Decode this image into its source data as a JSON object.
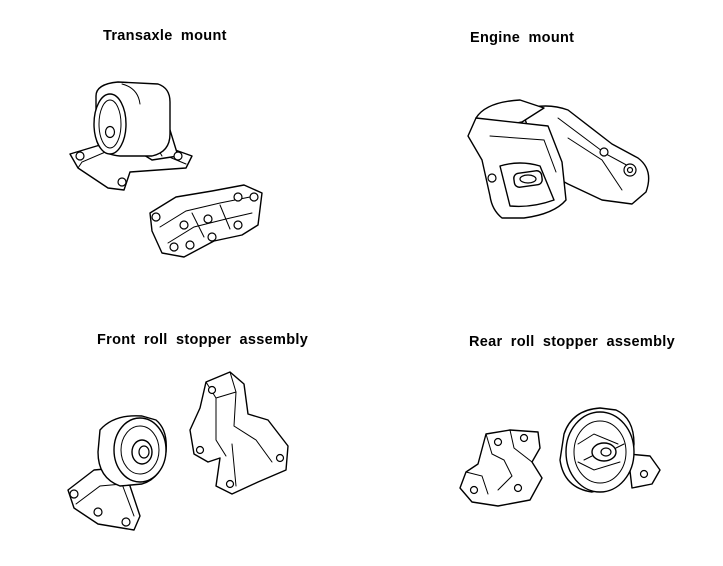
{
  "captions": {
    "transaxle": "Transaxle mount",
    "engine": "Engine mount",
    "front_roll": "Front roll stopper assembly",
    "rear_roll": "Rear roll stopper assembly"
  },
  "illustrations": {
    "transaxle": [
      "transaxle-mount-insulator-icon",
      "transaxle-mount-bracket-icon"
    ],
    "engine": [
      "engine-mount-icon"
    ],
    "front_roll": [
      "front-roll-stopper-insulator-icon",
      "front-roll-stopper-bracket-icon"
    ],
    "rear_roll": [
      "rear-roll-stopper-bracket-icon",
      "rear-roll-stopper-insulator-icon"
    ]
  },
  "line_color": "#000000",
  "background_color": "#ffffff"
}
